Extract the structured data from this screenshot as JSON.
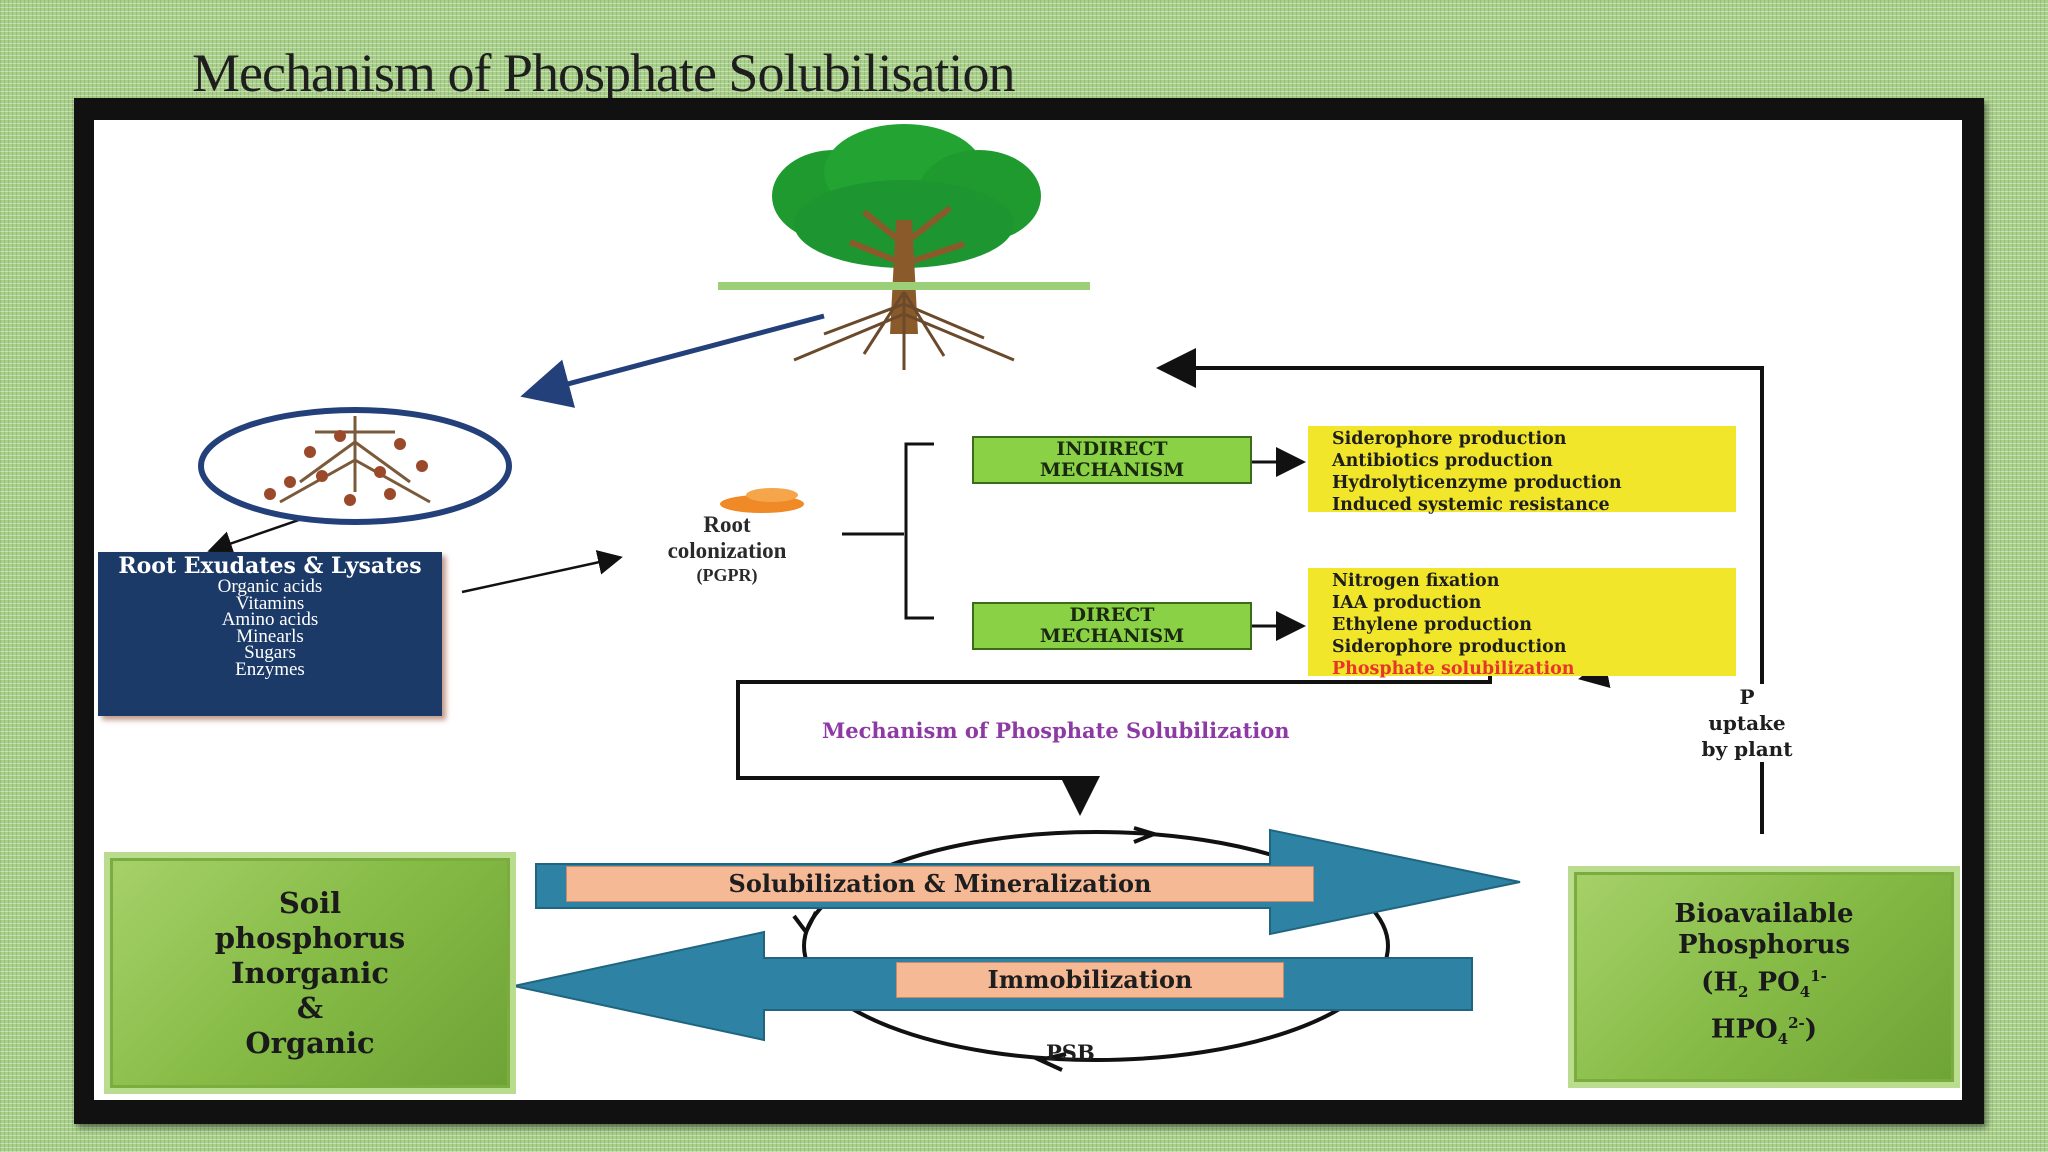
{
  "slide": {
    "title": "Mechanism of Phosphate Solubilisation"
  },
  "exudates": {
    "title": "Root Exudates & Lysates",
    "items": [
      "Organic acids",
      "Vitamins",
      "Amino acids",
      "Minearls",
      "Sugars",
      "Enzymes"
    ]
  },
  "root_colonization": {
    "line1": "Root",
    "line2": "colonization",
    "line3": "(PGPR)"
  },
  "indirect": {
    "label_line1": "INDIRECT",
    "label_line2": "MECHANISM",
    "items": [
      "Siderophore production",
      "Antibiotics production",
      "Hydrolyticenzyme production",
      "Induced systemic resistance"
    ]
  },
  "direct": {
    "label_line1": "DIRECT",
    "label_line2": "MECHANISM",
    "items": [
      "Nitrogen fixation",
      "IAA production",
      "Ethylene production",
      "Siderophore production"
    ],
    "highlight_item": "Phosphate solubilization"
  },
  "mechanism_label": "Mechanism of Phosphate Solubilization",
  "uptake": {
    "line1": "P",
    "line2": "uptake",
    "line3": "by plant"
  },
  "soil_box": {
    "line1": "Soil",
    "line2": "phosphorus",
    "line3": "Inorganic",
    "line4": "&",
    "line5": "Organic"
  },
  "bio_box": {
    "line1": "Bioavailable",
    "line2": "Phosphorus",
    "line3_pre": "(H",
    "line3_sub": "2",
    "line3_mid": " PO",
    "line3_sub2": "4",
    "line3_sup": "1-",
    "line4_pre": "HPO",
    "line4_sub": "4",
    "line4_sup": "2-",
    "line4_post": ")"
  },
  "solubilization_label": "Solubilization & Mineralization",
  "immobilization_label": "Immobilization",
  "psb_label": "PSB",
  "colors": {
    "navy": "#1c3a67",
    "mech_green": "#8bd146",
    "yellow": "#f2e62a",
    "teal": "#2e83a4",
    "salmon": "#f6b995",
    "purple": "#8e3aa5",
    "red": "#e8352a"
  }
}
